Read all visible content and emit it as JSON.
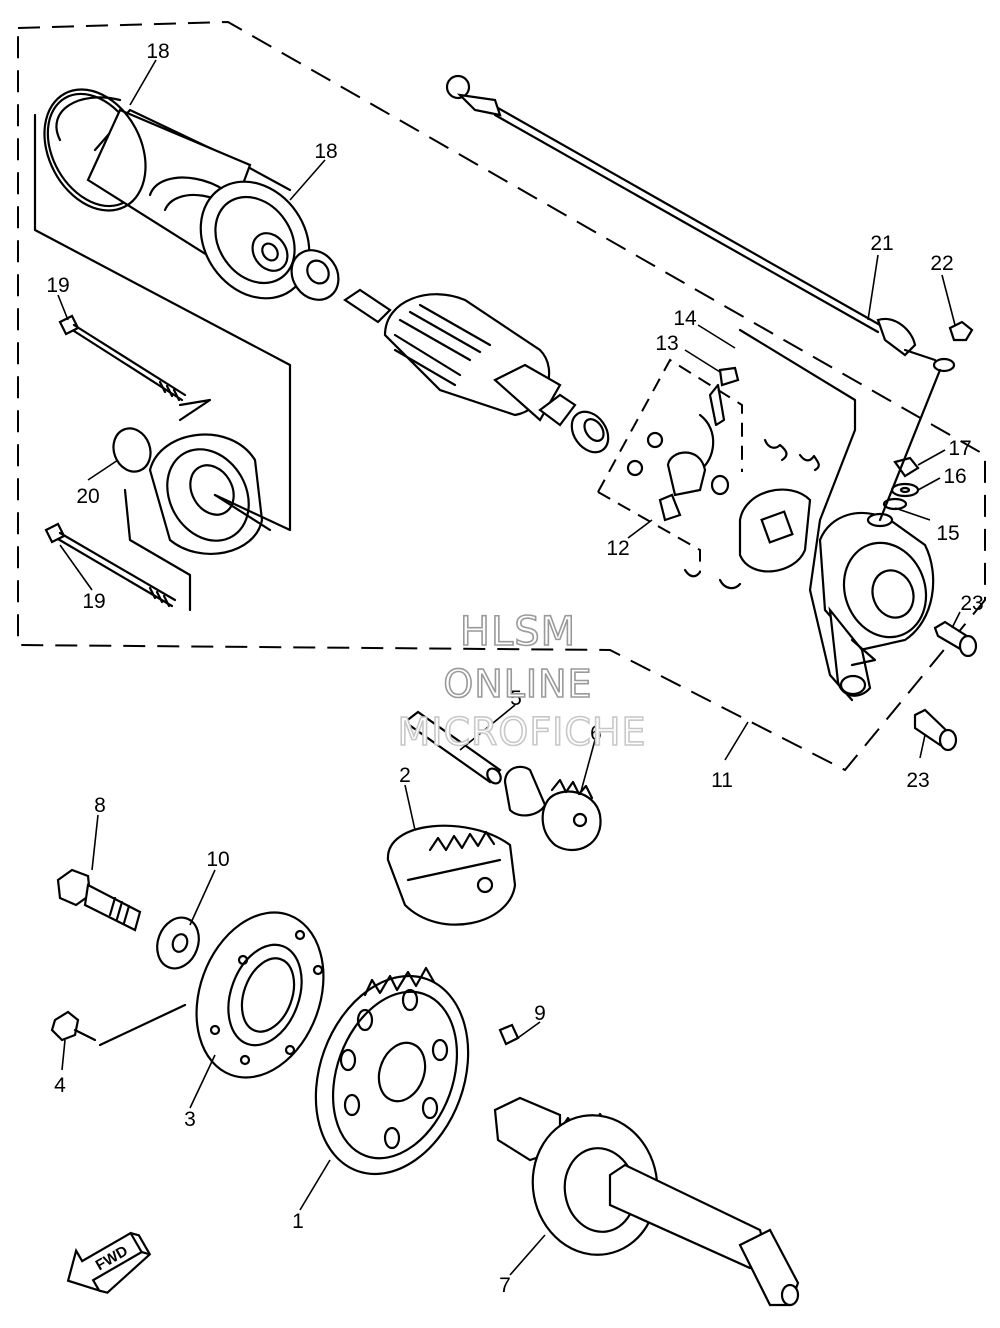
{
  "callouts": {
    "c1": "1",
    "c2": "2",
    "c3": "3",
    "c4": "4",
    "c5": "5",
    "c6": "6",
    "c7": "7",
    "c8": "8",
    "c9": "9",
    "c10": "10",
    "c11": "11",
    "c12": "12",
    "c13": "13",
    "c14": "14",
    "c15": "15",
    "c16": "16",
    "c17": "17",
    "c18a": "18",
    "c18b": "18",
    "c19a": "19",
    "c19b": "19",
    "c20": "20",
    "c21": "21",
    "c22": "22",
    "c23a": "23",
    "c23b": "23"
  },
  "watermark": {
    "line1": "HLSM",
    "line2": "ONLINE",
    "line3": "MICROFICHE"
  },
  "fwd_label": "FWD"
}
